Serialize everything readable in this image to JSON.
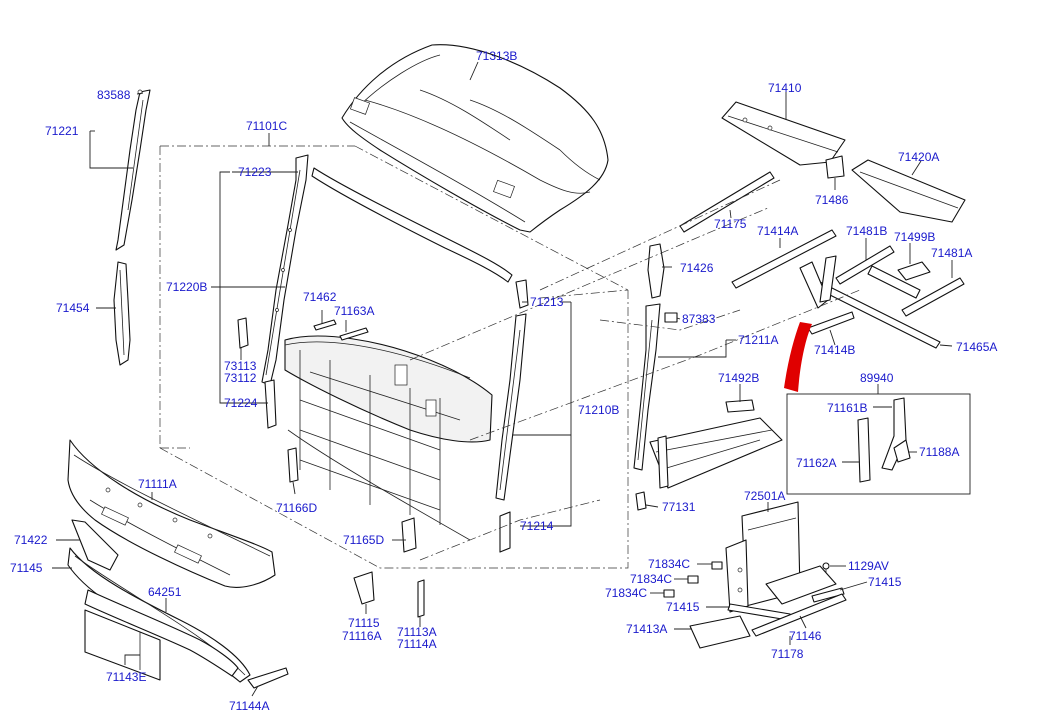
{
  "labels": {
    "l_71313B": "71313B",
    "l_83588": "83588",
    "l_71221": "71221",
    "l_71101C": "71101C",
    "l_71223": "71223",
    "l_71220B": "71220B",
    "l_71454": "71454",
    "l_71462": "71462",
    "l_71163A": "71163A",
    "l_73113": "73113",
    "l_73112": "73112",
    "l_71224": "71224",
    "l_71213": "71213",
    "l_71210B": "71210B",
    "l_71214": "71214",
    "l_71111A": "71111A",
    "l_71166D": "71166D",
    "l_71165D": "71165D",
    "l_71422": "71422",
    "l_71145": "71145",
    "l_64251": "64251",
    "l_71143E": "71143E",
    "l_71144A": "71144A",
    "l_71115": "71115",
    "l_71116A": "71116A",
    "l_71113A": "71113A",
    "l_71114A": "71114A",
    "l_71410": "71410",
    "l_71420A": "71420A",
    "l_71486": "71486",
    "l_71175": "71175",
    "l_71414A": "71414A",
    "l_71481B": "71481B",
    "l_71499B": "71499B",
    "l_71481A": "71481A",
    "l_71426": "71426",
    "l_87383": "87383",
    "l_71211A": "71211A",
    "l_71414B": "71414B",
    "l_71465A": "71465A",
    "l_71492B": "71492B",
    "l_89940": "89940",
    "l_71161B": "71161B",
    "l_71162A": "71162A",
    "l_71188A": "71188A",
    "l_77131": "77131",
    "l_72501A": "72501A",
    "l_71834C_1": "71834C",
    "l_71834C_2": "71834C",
    "l_71834C_3": "71834C",
    "l_1129AV": "1129AV",
    "l_71415_1": "71415",
    "l_71415_2": "71415",
    "l_71413A": "71413A",
    "l_71146": "71146",
    "l_71178": "71178"
  },
  "colors": {
    "label": "#1a1acc",
    "line": "#111111",
    "highlight": "#e00000"
  }
}
